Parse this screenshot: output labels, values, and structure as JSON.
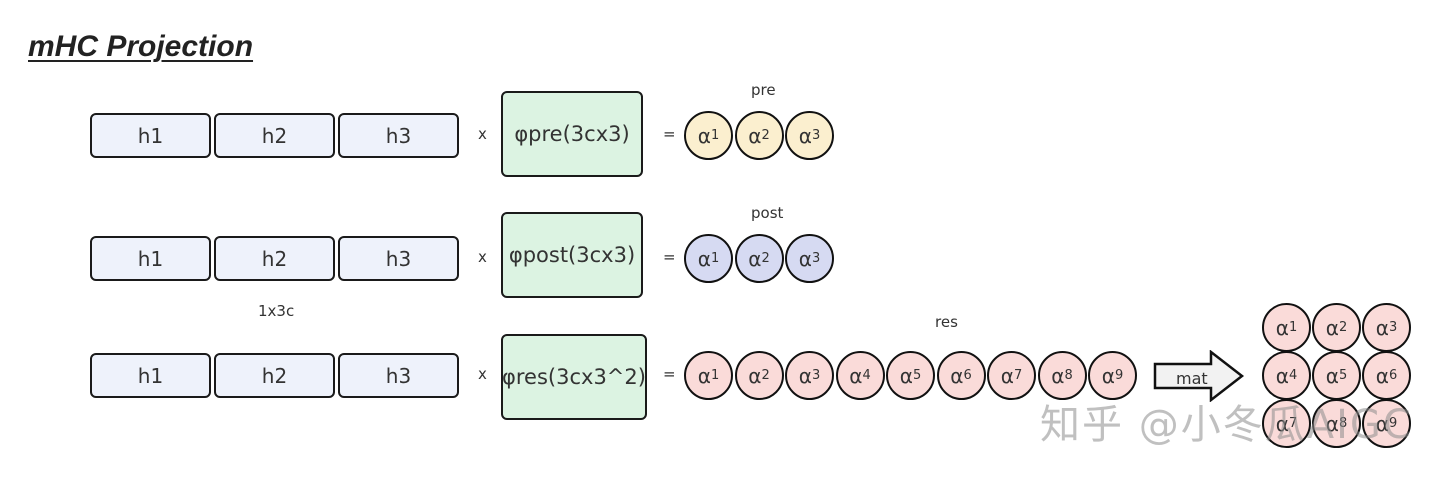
{
  "title": "mHC Projection",
  "rows": [
    {
      "name": "pre",
      "h_cells": [
        "h1",
        "h2",
        "h3"
      ],
      "times": "x",
      "phi_label": "φpre(3cx3)",
      "equals": "=",
      "output_label": "pre",
      "alphas": [
        "1",
        "2",
        "3"
      ],
      "color": "#fbefcf"
    },
    {
      "name": "post",
      "h_cells": [
        "h1",
        "h2",
        "h3"
      ],
      "times": "x",
      "phi_label": "φpost(3cx3)",
      "equals": "=",
      "output_label": "post",
      "alphas": [
        "1",
        "2",
        "3"
      ],
      "color": "#d6daf2"
    },
    {
      "name": "res",
      "h_cells": [
        "h1",
        "h2",
        "h3"
      ],
      "times": "x",
      "phi_label": "φres(3cx3^2)",
      "equals": "=",
      "output_label": "res",
      "alphas": [
        "1",
        "2",
        "3",
        "4",
        "5",
        "6",
        "7",
        "8",
        "9"
      ],
      "color": "#fadbd9"
    }
  ],
  "shape_label": "1x3c",
  "alpha_symbol": "α",
  "arrow_label": "mat",
  "matrix": [
    [
      "1",
      "2",
      "3"
    ],
    [
      "4",
      "5",
      "6"
    ],
    [
      "7",
      "8",
      "9"
    ]
  ],
  "watermark": "知乎 @小冬瓜AIGC"
}
